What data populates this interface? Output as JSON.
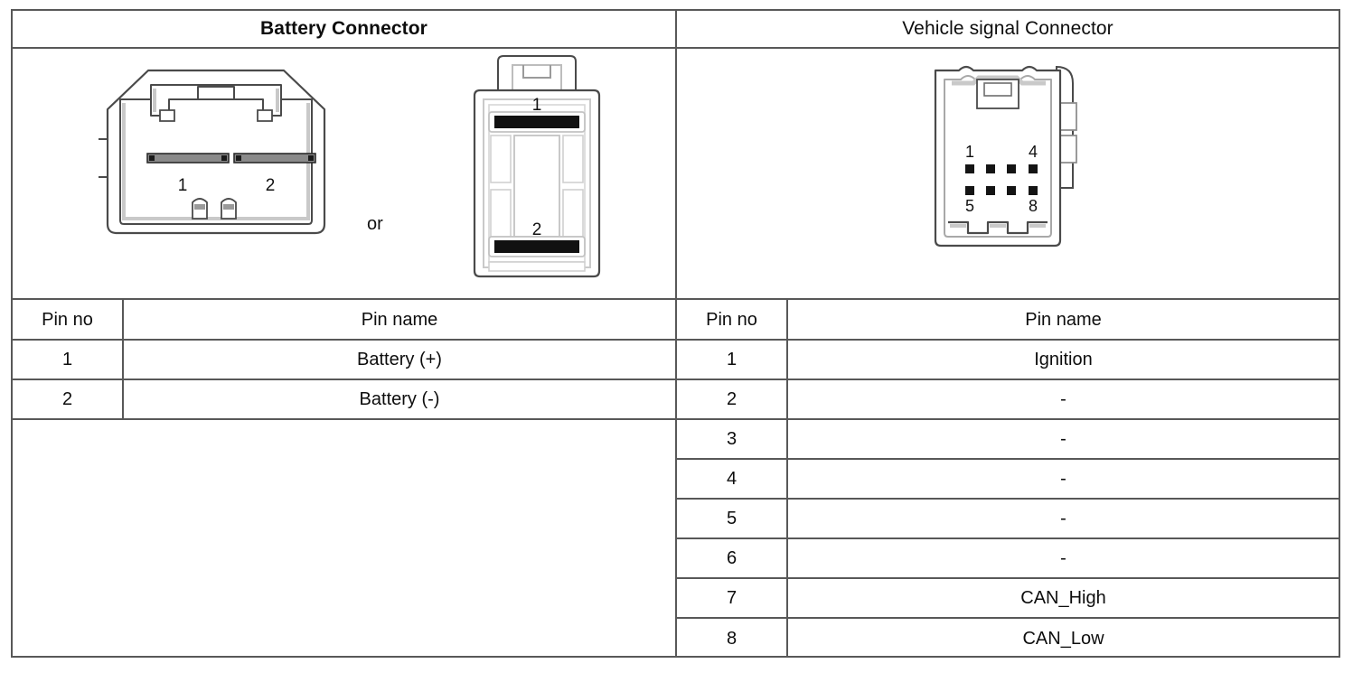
{
  "table": {
    "headers": {
      "battery": "Battery Connector",
      "vehicle": "Vehicle signal Connector"
    },
    "or_separator": "or"
  },
  "battery_connector": {
    "figure_a": {
      "name": "battery-connector-blade-housing",
      "pin_labels": [
        "1",
        "2"
      ]
    },
    "figure_b": {
      "name": "battery-connector-alternate-housing",
      "pin_labels": [
        "1",
        "2"
      ]
    },
    "columns": [
      "Pin no",
      "Pin name"
    ],
    "rows": [
      {
        "pin_no": "1",
        "pin_name": "Battery (+)"
      },
      {
        "pin_no": "2",
        "pin_name": "Battery (-)"
      }
    ]
  },
  "vehicle_connector": {
    "figure": {
      "name": "vehicle-signal-connector-8pin",
      "corner_labels": {
        "top_left": "1",
        "top_right": "4",
        "bottom_left": "5",
        "bottom_right": "8"
      }
    },
    "columns": [
      "Pin no",
      "Pin name"
    ],
    "rows": [
      {
        "pin_no": "1",
        "pin_name": "Ignition"
      },
      {
        "pin_no": "2",
        "pin_name": "-"
      },
      {
        "pin_no": "3",
        "pin_name": "-"
      },
      {
        "pin_no": "4",
        "pin_name": "-"
      },
      {
        "pin_no": "5",
        "pin_name": "-"
      },
      {
        "pin_no": "6",
        "pin_name": "-"
      },
      {
        "pin_no": "7",
        "pin_name": "CAN_High"
      },
      {
        "pin_no": "8",
        "pin_name": "CAN_Low"
      }
    ]
  },
  "colors": {
    "border": "#585858",
    "text": "#0d0d0d",
    "drawing_line": "#4a4a4a",
    "drawing_fill": "#ffffff",
    "drawing_shade": "#c9c9c9",
    "terminal_dark": "#141414",
    "background": "#ffffff"
  }
}
